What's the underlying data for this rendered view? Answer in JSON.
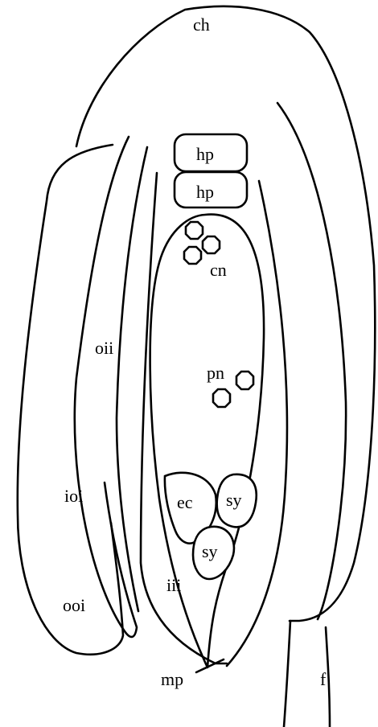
{
  "labels": {
    "ch": "ch",
    "hp_upper": "hp",
    "hp_lower": "hp",
    "cn": "cn",
    "oii": "oii",
    "pn": "pn",
    "ioi": "ioi",
    "ec": "ec",
    "sy_right": "sy",
    "sy_lower": "sy",
    "iii": "iii",
    "ooi": "ooi",
    "mp": "mp",
    "f": "f"
  }
}
